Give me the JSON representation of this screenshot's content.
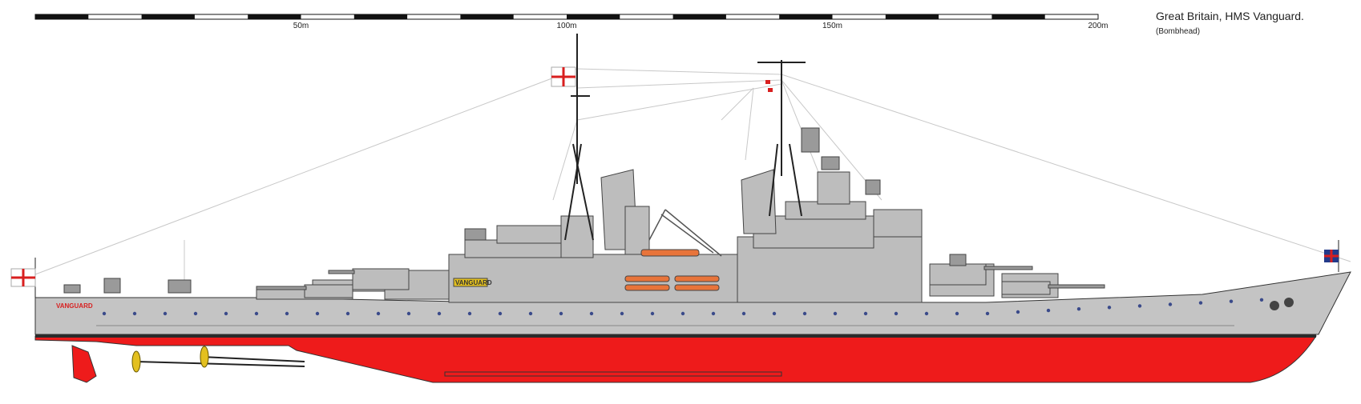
{
  "drawing": {
    "title": "Great Britain, HMS Vanguard.",
    "author": "(Bombhead)",
    "hull_name_stern": "VANGUARD",
    "hull_name_board": "VANGUARD"
  },
  "scale": {
    "max_m": 200,
    "ticks": [
      {
        "m": 50,
        "label": "50m"
      },
      {
        "m": 100,
        "label": "100m"
      },
      {
        "m": 150,
        "label": "150m"
      },
      {
        "m": 200,
        "label": "200m"
      }
    ]
  },
  "colors": {
    "hull_grey": "#c4c4c4",
    "superstructure_grey": "#bdbdbd",
    "boot_black": "#2a2a2a",
    "antifouling_red": "#ee1b1b",
    "propeller_gold": "#e3c020",
    "boat_orange": "#e8743a",
    "ensign_red": "#d81f1f"
  }
}
